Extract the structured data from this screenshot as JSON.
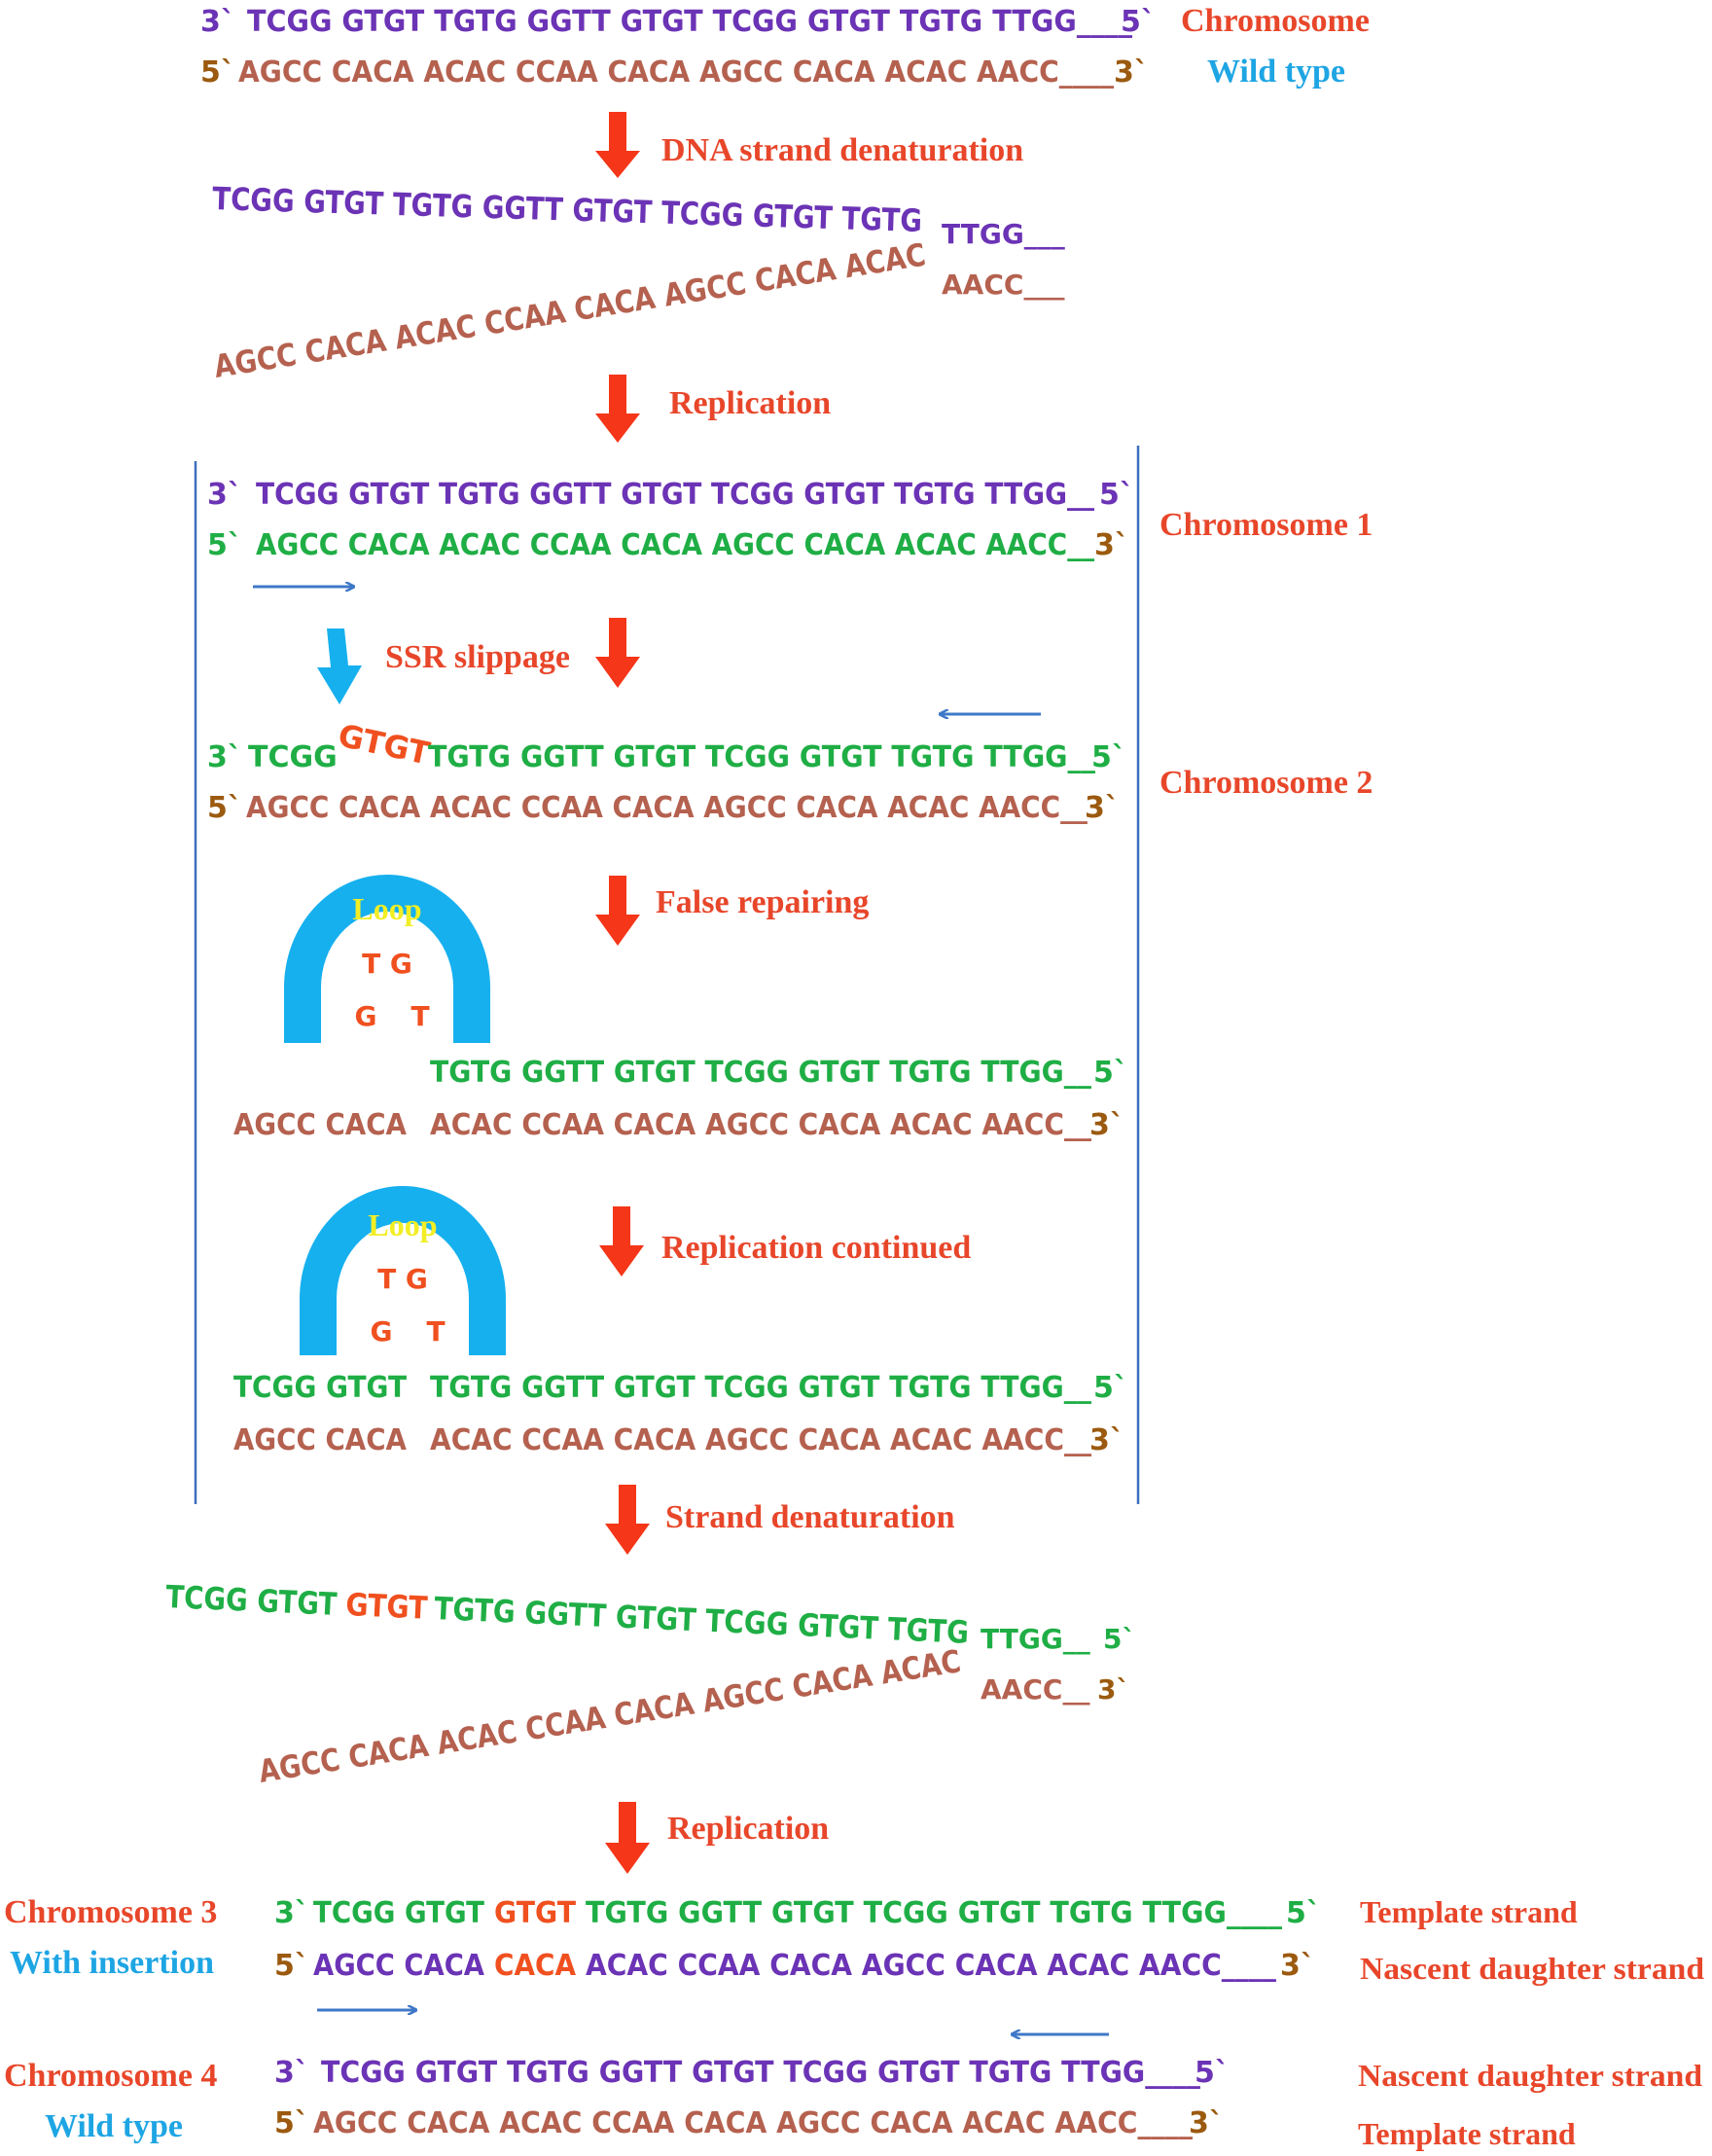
{
  "colors": {
    "purple": "#6b33b5",
    "brown": "#b5614f",
    "green": "#1fae45",
    "red": "#f0501f",
    "label_red": "#e8462a",
    "label_blue": "#1ea5e3",
    "end_brown": "#9b5a0f",
    "arrow_red": "#f53618",
    "arrow_blue": "#3f78c8",
    "loop_blue": "#16b0ef",
    "loop_yellow": "#f2ee25",
    "frame": "#3e6fbe"
  },
  "wild_type": {
    "top_label": "Chromosome",
    "bottom_label": "Wild type",
    "top_prime": "3`",
    "top_seq": "TCGG GTGT TGTG GGTT GTGT TCGG GTGT TGTG TTGG____",
    "top_end": "5`",
    "bottom_prime": "5`",
    "bottom_seq": "AGCC CACA ACAC CCAA CACA AGCC CACA ACAC AACC____",
    "bottom_end": "3`"
  },
  "step_denaturation": {
    "label": "DNA strand denaturation",
    "top_seq": "TCGG GTGT TGTG GGTT GTGT TCGG GTGT TGTG",
    "top_tail": "TTGG___",
    "bottom_seq": "AGCC CACA ACAC CCAA CACA AGCC CACA ACAC",
    "bottom_tail": "AACC___"
  },
  "step_replication_1": {
    "label": "Replication"
  },
  "chromosome1": {
    "label": "Chromosome 1",
    "top_prime": "3`",
    "top_seq": "TCGG GTGT TGTG GGTT GTGT TCGG GTGT TGTG TTGG__",
    "top_end": "5`",
    "bottom_prime": "5`",
    "bottom_seq": "AGCC CACA ACAC CCAA CACA AGCC CACA ACAC AACC__",
    "bottom_end": "3`"
  },
  "step_slippage": {
    "label": "SSR slippage"
  },
  "chromosome2": {
    "label": "Chromosome 2",
    "top_prime": "3`",
    "top_start": "TCGG",
    "slipped": "GTGT",
    "top_rest": "TGTG GGTT GTGT TCGG GTGT TGTG TTGG__",
    "top_end": "5`",
    "bottom_prime": "5`",
    "bottom_seq": "AGCC CACA ACAC CCAA CACA AGCC CACA ACAC AACC__",
    "bottom_end": "3`"
  },
  "step_false_repair": {
    "label": "False repairing",
    "loop_label": "Loop",
    "loop_top": "T G",
    "loop_bottom_left": "G",
    "loop_bottom_right": "T",
    "top_seq": "TGTG GGTT GTGT TCGG GTGT TGTG TTGG__",
    "top_end": "5`",
    "bottom_left": "AGCC CACA",
    "bottom_seq": "ACAC CCAA CACA AGCC CACA ACAC AACC__",
    "bottom_end": "3`"
  },
  "step_continued": {
    "label": "Replication continued",
    "loop_label": "Loop",
    "loop_top": "T G",
    "loop_bottom_left": "G",
    "loop_bottom_right": "T",
    "top_left": "TCGG GTGT",
    "top_seq": "TGTG GGTT GTGT TCGG GTGT TGTG TTGG__",
    "top_end": "5`",
    "bottom_left": "AGCC CACA",
    "bottom_seq": "ACAC CCAA CACA AGCC CACA ACAC AACC__",
    "bottom_end": "3`"
  },
  "step_strand_denaturation": {
    "label": "Strand denaturation",
    "top_a": "TCGG GTGT",
    "top_ins": "GTGT",
    "top_b": "TGTG GGTT GTGT TCGG GTGT TGTG",
    "top_tail": "TTGG__",
    "top_end": "5`",
    "bottom_seq": "AGCC CACA ACAC CCAA CACA AGCC CACA ACAC",
    "bottom_tail": "AACC__",
    "bottom_end": "3`"
  },
  "step_replication_2": {
    "label": "Replication"
  },
  "chromosome3": {
    "label": "Chromosome 3",
    "sublabel": "With insertion",
    "top_prime": "3`",
    "top_a": "TCGG GTGT",
    "top_ins": "GTGT",
    "top_b": "TGTG GGTT GTGT TCGG GTGT TGTG TTGG____",
    "top_end": "5`",
    "bottom_prime": "5`",
    "bottom_a": "AGCC CACA",
    "bottom_ins": "CACA",
    "bottom_b": "ACAC CCAA CACA AGCC CACA ACAC AACC____",
    "bottom_end": "3`",
    "top_role": "Template strand",
    "bottom_role": "Nascent daughter strand"
  },
  "chromosome4": {
    "label": "Chromosome 4",
    "sublabel": "Wild type",
    "top_prime": "3`",
    "top_seq": "TCGG GTGT TGTG GGTT GTGT TCGG GTGT TGTG TTGG____",
    "top_end": "5`",
    "bottom_prime": "5`",
    "bottom_seq": "AGCC CACA ACAC CCAA CACA AGCC CACA ACAC AACC____",
    "bottom_end": "3`",
    "top_role": "Nascent daughter strand",
    "bottom_role": "Template strand"
  }
}
